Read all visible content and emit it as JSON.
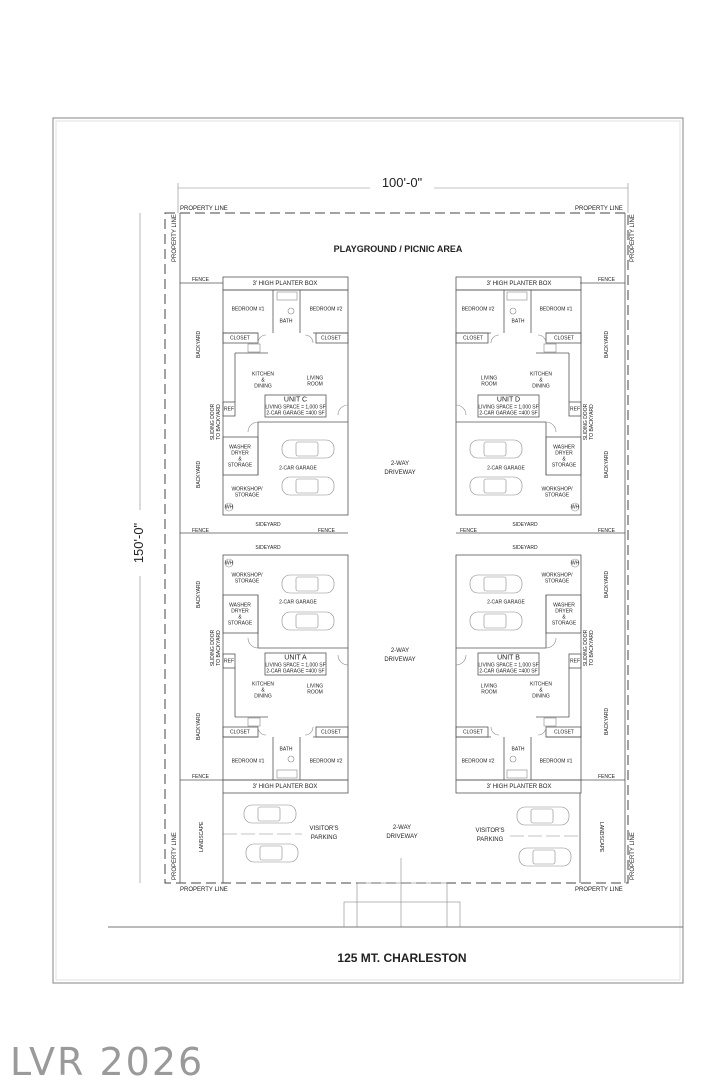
{
  "plan": {
    "width_dim": "100'-0\"",
    "depth_dim": "150'-0\"",
    "property_line": "PROPERTY LINE",
    "top_area": "PLAYGROUND / PICNIC AREA",
    "fence": "FENCE",
    "sideyard": "SIDEYARD",
    "backyard": "BACKYARD",
    "driveway": [
      "2-WAY",
      "DRIVEWAY"
    ],
    "visitors_parking": [
      "VISITOR'S",
      "PARKING"
    ],
    "landscape": "LANDSCAPE",
    "street": "125 MT. CHARLESTON"
  },
  "rooms": {
    "planter": "3' HIGH PLANTER BOX",
    "bedroom1": "BEDROOM #1",
    "bedroom2": "BEDROOM #2",
    "bath": "BATH",
    "closet": "CLOSET",
    "kitchen": [
      "KITCHEN",
      "&",
      "DINING"
    ],
    "living": [
      "LIVING",
      "ROOM"
    ],
    "ref": "REF",
    "sliding": [
      "SLIDING DOOR",
      "TO BACKYARD"
    ],
    "washer": [
      "WASHER",
      "DRYER",
      "&",
      "STORAGE"
    ],
    "garage": "2-CAR GARAGE",
    "workshop": [
      "WORKSHOP/",
      "STORAGE"
    ],
    "wh": "WH"
  },
  "units": [
    {
      "title": "UNIT C",
      "living_space": "LIVING SPACE = 1,000 SF",
      "garage_area": "2-CAR GARAGE =400 SF"
    },
    {
      "title": "UNIT D",
      "living_space": "LIVING SPACE = 1,000 SF",
      "garage_area": "2-CAR GARAGE =400 SF"
    },
    {
      "title": "UNIT A",
      "living_space": "LIVING SPACE = 1,000 SF",
      "garage_area": "2-CAR GARAGE =400 SF"
    },
    {
      "title": "UNIT B",
      "living_space": "LIVING SPACE = 1,000 SF",
      "garage_area": "2-CAR GARAGE =400 SF"
    }
  ],
  "watermark": "LVR 2026"
}
